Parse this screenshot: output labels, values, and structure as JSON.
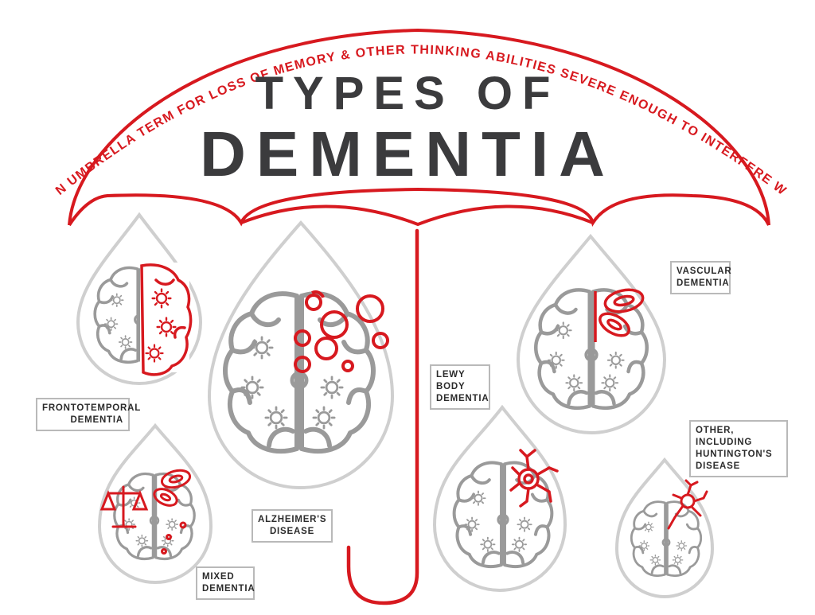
{
  "header": {
    "arc_text": "DEMENTIA IS AN UMBRELLA TERM FOR LOSS OF MEMORY & OTHER THINKING ABILITIES SEVERE ENOUGH TO INTERFERE WITH DAILY LIFE",
    "title_line1": "TYPES OF",
    "title_line2": "DEMENTIA"
  },
  "types": {
    "frontotemporal": "FRONTOTEMPORAL\nDEMENTIA",
    "mixed": "MIXED\nDEMENTIA",
    "alzheimers": "ALZHEIMER'S\nDISEASE",
    "lewy_body": "LEWY BODY\nDEMENTIA",
    "vascular": "VASCULAR\nDEMENTIA",
    "other": "OTHER, INCLUDING\nHUNTINGTON'S\nDISEASE"
  },
  "colors": {
    "accent_red": "#d7191f",
    "brain_gray": "#9a9a9a",
    "drop_outline": "#cfcfcf",
    "title_dark": "#3b3b3d"
  }
}
